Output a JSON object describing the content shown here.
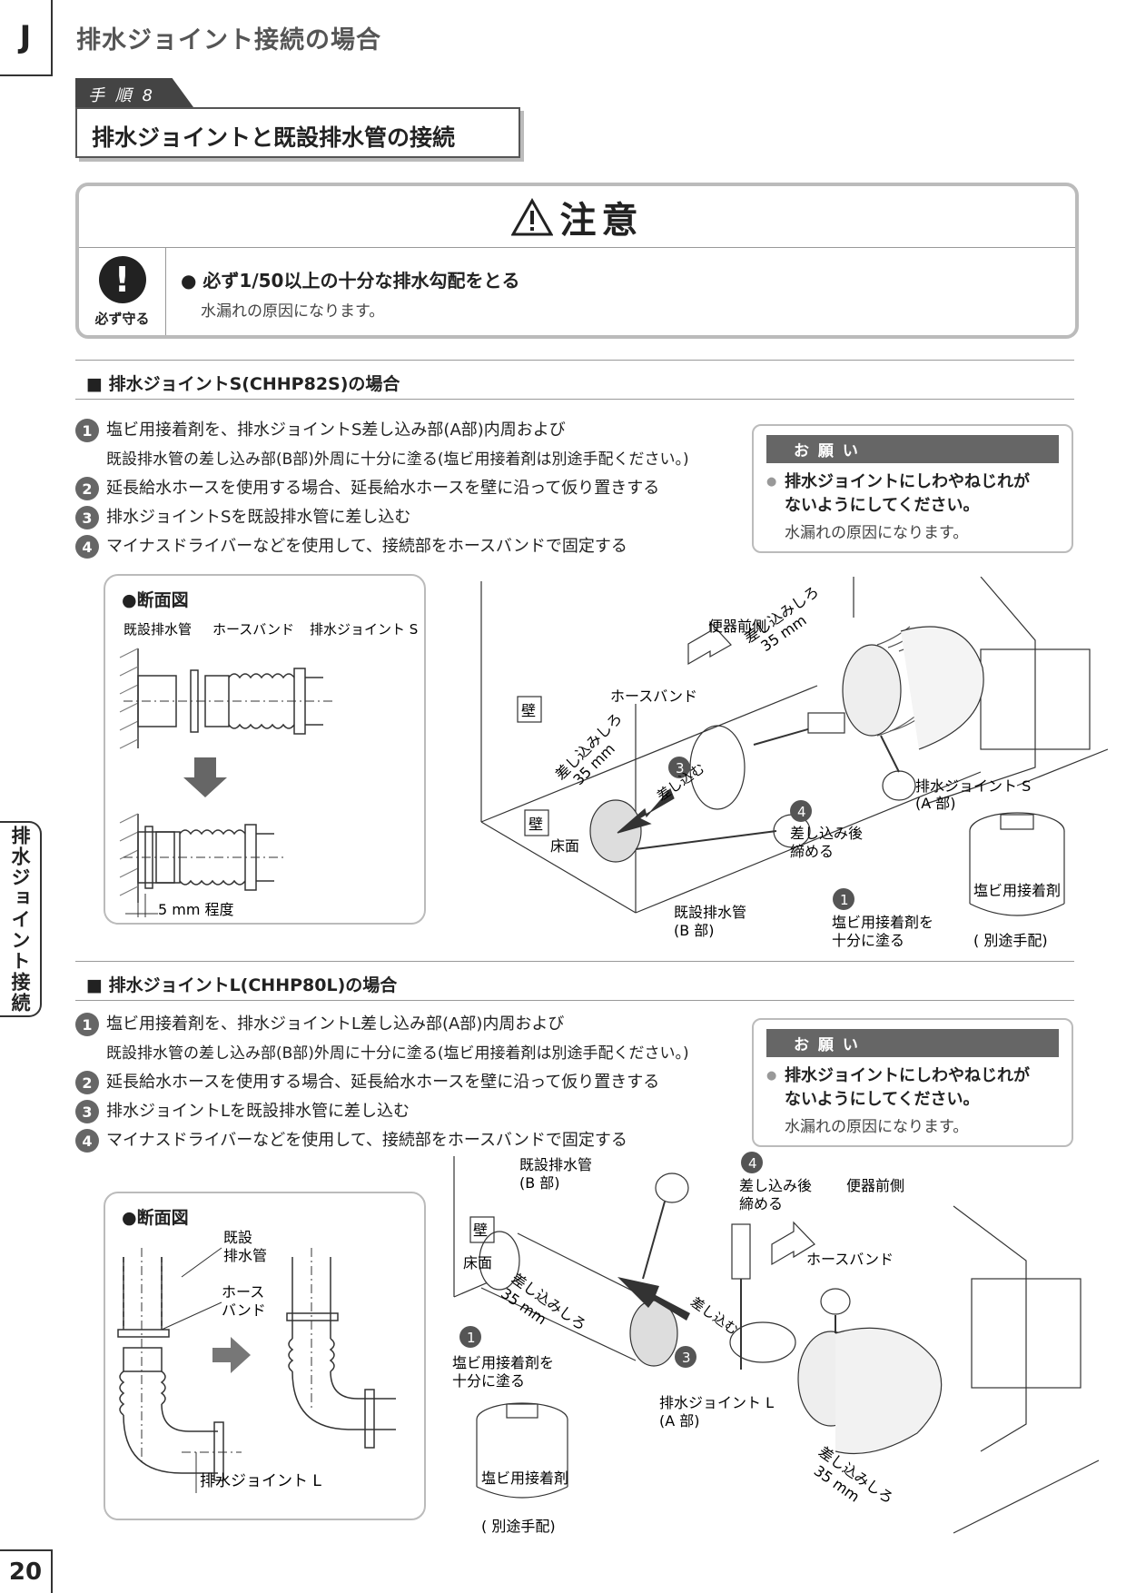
{
  "chapter_letter": "J",
  "section_title": "排水ジョイント接続の場合",
  "side_tab": "排水ジョイント接続",
  "page_number": "20",
  "step_label": "手 順 8",
  "step_title": "排水ジョイントと既設排水管の接続",
  "caution": {
    "title": "注意",
    "must_label": "必ず守る",
    "main": "● 必ず1/50以上の十分な排水勾配をとる",
    "sub": "水漏れの原因になります。"
  },
  "section_s": {
    "heading": "■ 排水ジョイントS(CHHP82S)の場合",
    "steps": [
      {
        "n": "1",
        "text": "塩ビ用接着剤を、排水ジョイントS差し込み部(A部)内周および",
        "cont": "既設排水管の差し込み部(B部)外周に十分に塗る(塩ビ用接着剤は別途手配ください。)"
      },
      {
        "n": "2",
        "text": "延長給水ホースを使用する場合、延長給水ホースを壁に沿って仮り置きする"
      },
      {
        "n": "3",
        "text": "排水ジョイントSを既設排水管に差し込む"
      },
      {
        "n": "4",
        "text": "マイナスドライバーなどを使用して、接続部をホースバンドで固定する"
      }
    ],
    "request": {
      "head": "お 願 い",
      "main1": "排水ジョイントにしわやねじれが",
      "main2": "ないようにしてください。",
      "sub": "水漏れの原因になります。"
    },
    "section_view": {
      "title": "●断面図",
      "label_pipe": "既設排水管",
      "label_band": "ホースバンド",
      "label_joint": "排水ジョイント S",
      "label_depth": "5 mm 程度"
    },
    "illustration": {
      "toilet_front": "便器前側",
      "insert_top_1": "差し込みしろ",
      "insert_top_2": "35 mm",
      "hose_band": "ホースバンド",
      "wall1": "壁",
      "wall2": "壁",
      "floor": "床面",
      "insert_left_1": "差し込みしろ",
      "insert_left_2": "35 mm",
      "n3": "3",
      "push_in": "差し込む",
      "n4": "4",
      "tighten_1": "差し込み後",
      "tighten_2": "締める",
      "joint_1": "排水ジョイント S",
      "joint_2": "(A 部)",
      "pipe_1": "既設排水管",
      "pipe_2": "(B 部)",
      "n1": "1",
      "glue_1": "塩ビ用接着剤を",
      "glue_2": "十分に塗る",
      "can_label": "塩ビ用接着剤",
      "can_note": "( 別途手配)"
    }
  },
  "section_l": {
    "heading": "■ 排水ジョイントL(CHHP80L)の場合",
    "steps": [
      {
        "n": "1",
        "text": "塩ビ用接着剤を、排水ジョイントL差し込み部(A部)内周および",
        "cont": "既設排水管の差し込み部(B部)外周に十分に塗る(塩ビ用接着剤は別途手配ください。)"
      },
      {
        "n": "2",
        "text": "延長給水ホースを使用する場合、延長給水ホースを壁に沿って仮り置きする"
      },
      {
        "n": "3",
        "text": "排水ジョイントLを既設排水管に差し込む"
      },
      {
        "n": "4",
        "text": "マイナスドライバーなどを使用して、接続部をホースバンドで固定する"
      }
    ],
    "request": {
      "head": "お 願 い",
      "main1": "排水ジョイントにしわやねじれが",
      "main2": "ないようにしてください。",
      "sub": "水漏れの原因になります。"
    },
    "section_view": {
      "title": "●断面図",
      "label_pipe_1": "既設",
      "label_pipe_2": "排水管",
      "label_band_1": "ホース",
      "label_band_2": "バンド",
      "label_joint": "排水ジョイント L"
    },
    "illustration": {
      "pipe_1": "既設排水管",
      "pipe_2": "(B 部)",
      "n4": "4",
      "tighten_1": "差し込み後",
      "tighten_2": "締める",
      "toilet_front": "便器前側",
      "wall": "壁",
      "floor": "床面",
      "hose_band": "ホースバンド",
      "insert_1": "差し込みしろ",
      "insert_2": "35 mm",
      "push_in": "差し込む",
      "n3": "3",
      "n1": "1",
      "glue_1": "塩ビ用接着剤を",
      "glue_2": "十分に塗る",
      "joint_1": "排水ジョイント L",
      "joint_2": "(A 部)",
      "insert_b_1": "差し込みしろ",
      "insert_b_2": "35 mm",
      "can_label": "塩ビ用接着剤",
      "can_note": "( 別途手配)"
    }
  }
}
